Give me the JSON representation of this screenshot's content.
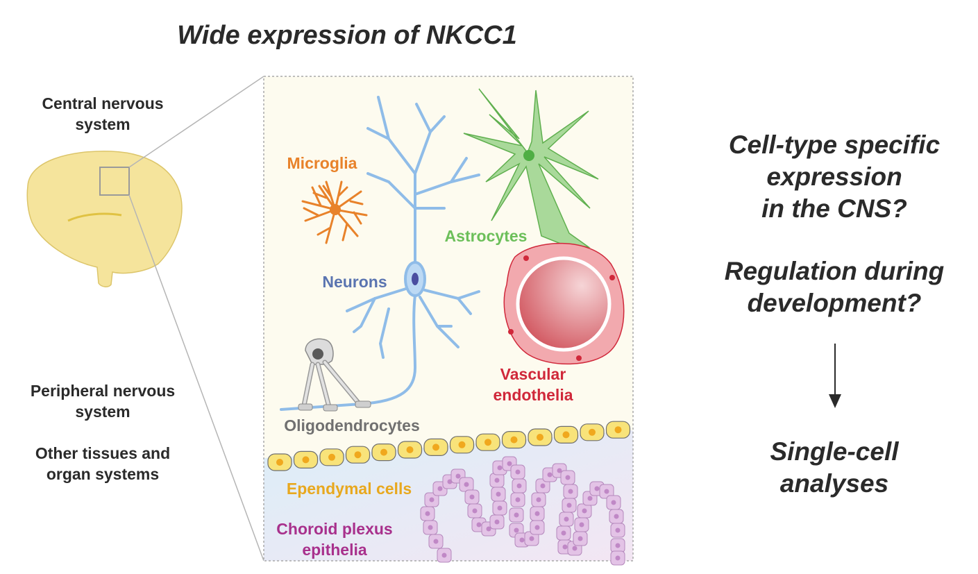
{
  "title": "Wide expression of NKCC1",
  "left": {
    "cns": "Central nervous system",
    "pns": "Peripheral nervous system",
    "other": "Other tissues and organ systems"
  },
  "cells": {
    "microglia": "Microglia",
    "astrocytes": "Astrocytes",
    "neurons": "Neurons",
    "vascular_1": "Vascular",
    "vascular_2": "endothelia",
    "oligodendrocytes": "Oligodendrocytes",
    "ependymal": "Ependymal cells",
    "choroid_1": "Choroid plexus",
    "choroid_2": "epithelia"
  },
  "right": {
    "q1_line1": "Cell-type specific",
    "q1_line2": "expression",
    "q1_line3": "in the CNS?",
    "q2_line1": "Regulation during",
    "q2_line2": "development?",
    "a_line1": "Single-cell",
    "a_line2": "analyses"
  },
  "colors": {
    "microglia": "#e8822a",
    "astrocytes": "#6cbf5a",
    "neurons": "#5a74b0",
    "vascular": "#d0283a",
    "oligodendrocytes": "#707070",
    "ependymal": "#e8a81e",
    "choroid": "#a8308c",
    "brain": "#f5e49c"
  }
}
